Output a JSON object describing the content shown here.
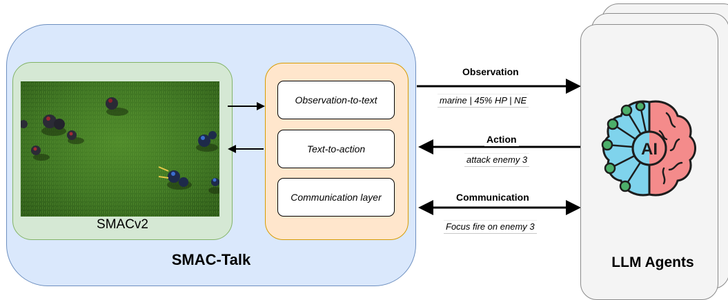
{
  "smac_talk": {
    "title": "SMAC-Talk"
  },
  "smacv2": {
    "label": "SMACv2"
  },
  "interface": {
    "modules": [
      "Observation-to-text",
      "Text-to-action",
      "Communication layer"
    ]
  },
  "channels": {
    "observation": {
      "label": "Observation",
      "example": "marine | 45% HP | NE"
    },
    "action": {
      "label": "Action",
      "example": "attack enemy 3"
    },
    "communication": {
      "label": "Communication",
      "example": "Focus fire on enemy 3"
    }
  },
  "llm_agents": {
    "label": "LLM Agents",
    "icon": "ai-brain-icon"
  },
  "colors": {
    "smac_talk_fill": "#dae8fc",
    "smac_talk_border": "#6c8ebf",
    "smacv2_fill": "#d5e8d4",
    "smacv2_border": "#82b366",
    "interface_fill": "#ffe6cc",
    "interface_border": "#d79b00",
    "brain_left": "#7fd3ec",
    "brain_right": "#f48b8b",
    "node": "#4caf6a"
  }
}
